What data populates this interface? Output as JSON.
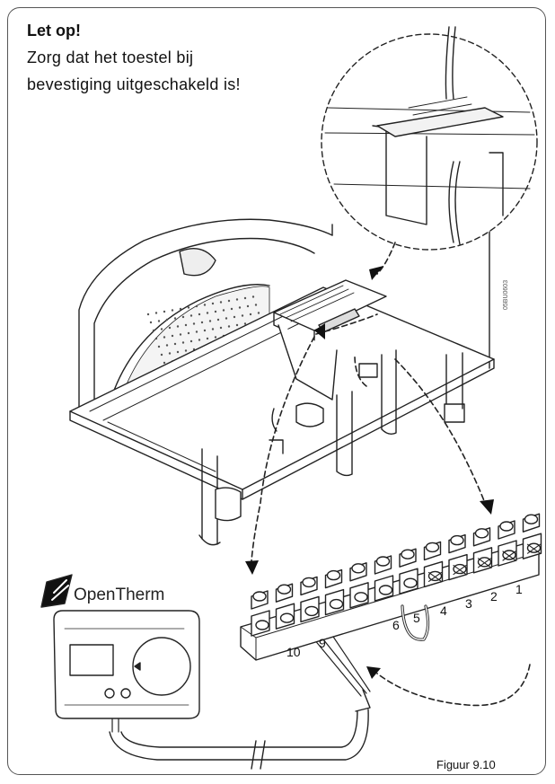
{
  "warning": {
    "title": "Let op!",
    "line1": "Zorg dat het toestel bij",
    "line2": "bevestiging uitgeschakeld is!"
  },
  "thermostat": {
    "brand": "OpenTherm",
    "logo_icon": "opentherm-logo-icon"
  },
  "terminal_numbers": [
    "10",
    "9",
    "6",
    "5",
    "4",
    "3",
    "2",
    "1"
  ],
  "figure_label": "Figuur 9.10",
  "drawing_code": "05BU0603"
}
